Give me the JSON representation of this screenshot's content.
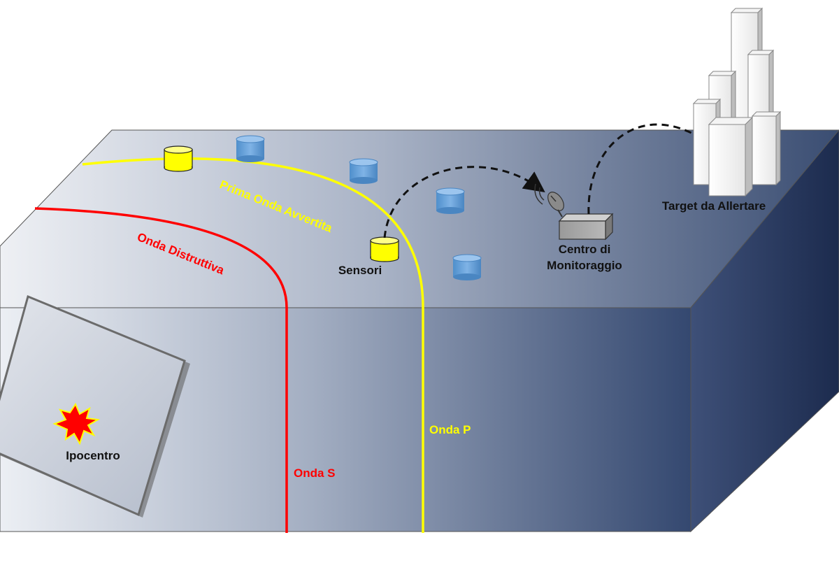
{
  "labels": {
    "ipocentro": "Ipocentro",
    "onda_s": "Onda S",
    "onda_p": "Onda P",
    "onda_distruttiva": "Onda Distruttiva",
    "prima_onda": "Prima Onda Avvertita",
    "sensori": "Sensori",
    "centro_line1": "Centro di",
    "centro_line2": "Monitoraggio",
    "target": "Target da Allertare"
  },
  "colors": {
    "s_wave": "#ff0000",
    "p_wave": "#ffff00",
    "sensor_active": "#ffff00",
    "sensor_idle": "#5b9bd5",
    "block_light": "#e9ecf2",
    "block_dark": "#1f3055",
    "explosion": "#ff0000"
  },
  "icons": {
    "hypocenter": "explosion-icon",
    "antenna": "satellite-dish-icon",
    "buildings": "city-buildings-icon"
  }
}
